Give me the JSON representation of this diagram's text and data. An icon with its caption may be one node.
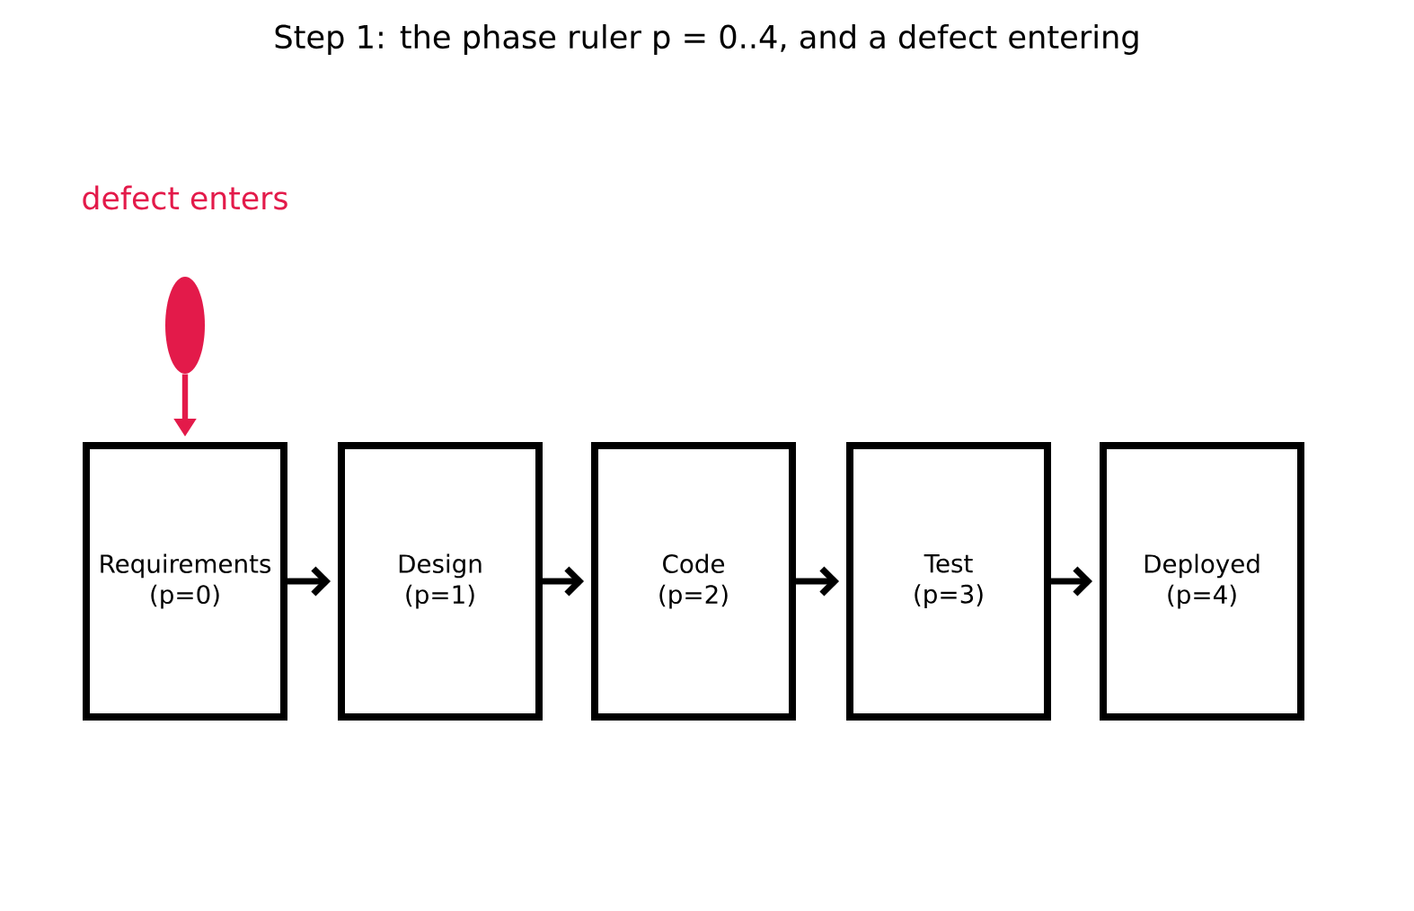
{
  "diagram": {
    "title": "Step 1: the phase ruler p = 0..4, and a defect entering",
    "nodes": [
      {
        "text": [
          "Requirements (p=0)"
        ]
      },
      {
        "text": [
          "Design (p=1)"
        ]
      },
      {
        "text": [
          "Code (p=2)"
        ]
      },
      {
        "text": [
          "Test (p=3)"
        ]
      },
      {
        "text": [
          "Deployed (p=4)"
        ]
      },
      {
        "text": [],
        "shape": "ellipse",
        "beside": [
          "defect enters"
        ]
      }
    ],
    "edges": [
      {
        "from": 0,
        "to": 1,
        "arrow": "to"
      },
      {
        "from": 1,
        "to": 2,
        "arrow": "to"
      },
      {
        "from": 2,
        "to": 3,
        "arrow": "to"
      },
      {
        "from": 3,
        "to": 4,
        "arrow": "to"
      },
      {
        "from": 5,
        "to": 0,
        "arrow": "to",
        "color": "#e31a4a"
      }
    ]
  }
}
